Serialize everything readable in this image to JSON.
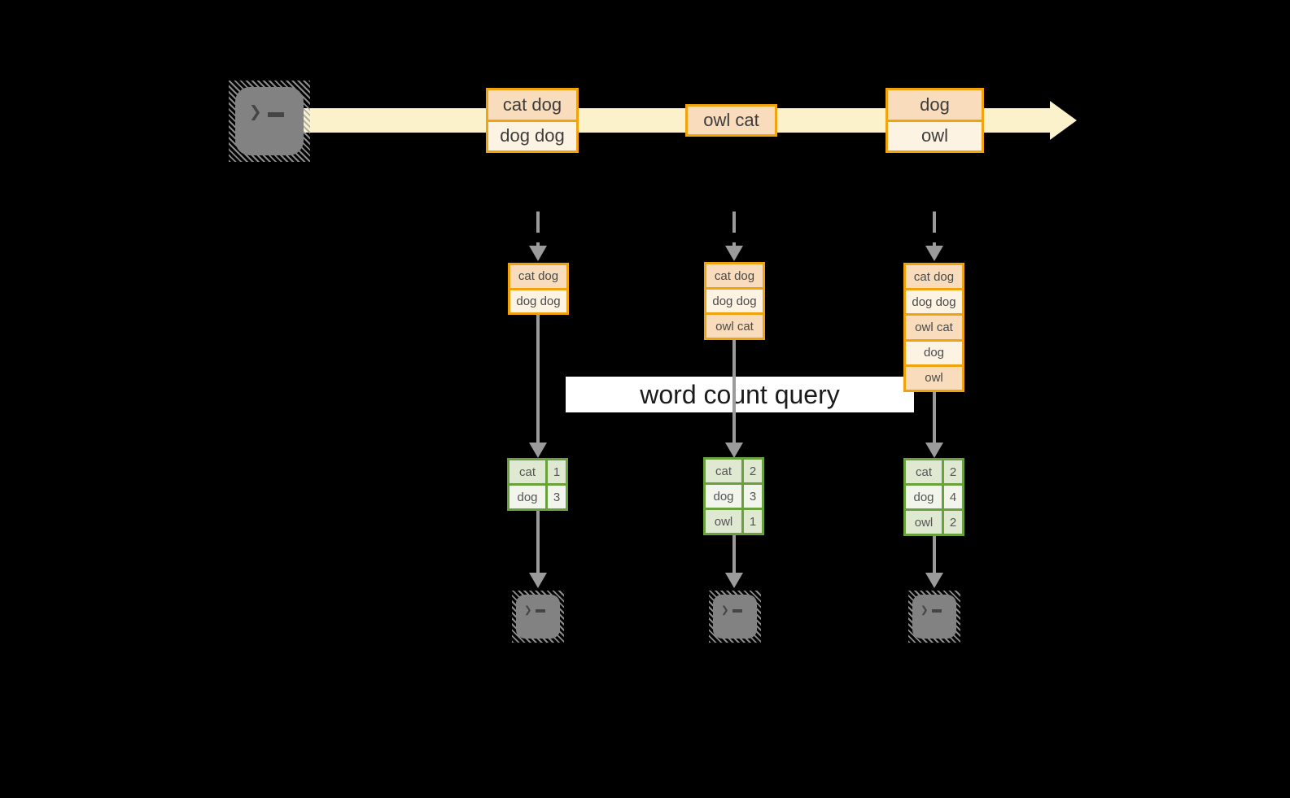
{
  "banner": {
    "label": "word count query"
  },
  "terminal": {
    "glyph": "❯"
  },
  "stream": {
    "batches": [
      {
        "messages": [
          "cat dog",
          "dog dog"
        ]
      },
      {
        "messages": [
          "owl cat"
        ]
      },
      {
        "messages": [
          "dog",
          "owl"
        ]
      }
    ]
  },
  "columns": [
    {
      "accumulated": [
        "cat dog",
        "dog dog"
      ],
      "counts": [
        {
          "word": "cat",
          "count": "1"
        },
        {
          "word": "dog",
          "count": "3"
        }
      ]
    },
    {
      "accumulated": [
        "cat dog",
        "dog dog",
        "owl cat"
      ],
      "counts": [
        {
          "word": "cat",
          "count": "2"
        },
        {
          "word": "dog",
          "count": "3"
        },
        {
          "word": "owl",
          "count": "1"
        }
      ]
    },
    {
      "accumulated": [
        "cat dog",
        "dog dog",
        "owl cat",
        "dog",
        "owl"
      ],
      "counts": [
        {
          "word": "cat",
          "count": "2"
        },
        {
          "word": "dog",
          "count": "4"
        },
        {
          "word": "owl",
          "count": "2"
        }
      ]
    }
  ],
  "colors": {
    "background": "#000000",
    "stream_band": "#fbf1ca",
    "box_border_orange": "#f0a30c",
    "row_peach": "#f8dcbb",
    "row_cream": "#fdf3e3",
    "table_border_green": "#69a23c",
    "table_row_sage": "#dfe8d1",
    "table_row_light": "#f2f5eb",
    "arrow_gray": "#9b9b9b",
    "banner_bg": "#ffffff"
  }
}
